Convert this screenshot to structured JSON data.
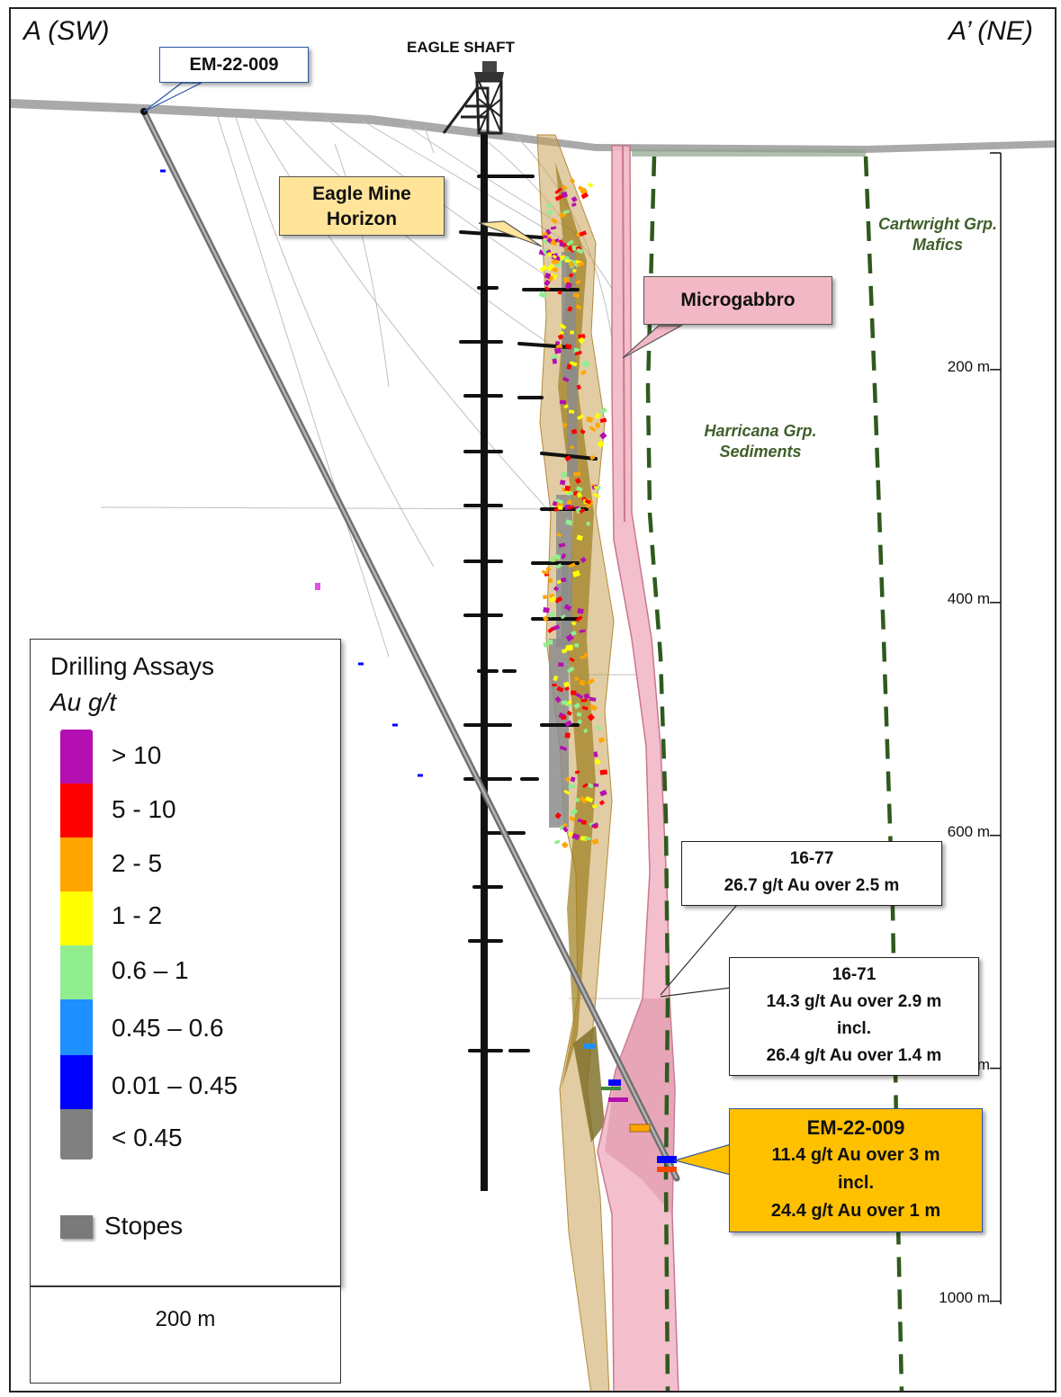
{
  "section": {
    "left_end": "A (SW)",
    "right_end": "A’ (NE)",
    "shaft": "EAGLE SHAFT",
    "collar_label": "EM-22-009",
    "eagle_horizon": [
      "Eagle Mine",
      "Horizon"
    ],
    "microgabbro": "Microgabbro",
    "cartwright": [
      "Cartwright Grp.",
      "Mafics"
    ],
    "harricana": [
      "Harricana Grp.",
      "Sediments"
    ]
  },
  "depth_scale": [
    {
      "label": "200 m",
      "depth_m": 200
    },
    {
      "label": "400 m",
      "depth_m": 400
    },
    {
      "label": "600 m",
      "depth_m": 600
    },
    {
      "label": "800 m",
      "depth_m": 800
    },
    {
      "label": "1000 m",
      "depth_m": 1000
    }
  ],
  "callouts": [
    {
      "hole": "16-77",
      "lines": [
        "26.7 g/t Au over 2.5 m"
      ]
    },
    {
      "hole": "16-71",
      "lines": [
        "14.3 g/t Au over 2.9 m",
        "incl.",
        "26.4 g/t Au over 1.4 m"
      ]
    },
    {
      "hole": "EM-22-009",
      "lines": [
        "11.4 g/t Au over 3 m",
        "incl.",
        "24.4 g/t Au over 1 m"
      ]
    }
  ],
  "legend": {
    "title": "Drilling Assays",
    "unit": "Au g/t",
    "items": [
      {
        "label": ">  10",
        "color": "#b40fb0"
      },
      {
        "label": "5 - 10",
        "color": "#ff0000"
      },
      {
        "label": "2 - 5",
        "color": "#ffa500"
      },
      {
        "label": "1 - 2",
        "color": "#ffff00"
      },
      {
        "label": "0.6 – 1",
        "color": "#90ee90"
      },
      {
        "label": "0.45 – 0.6",
        "color": "#1e90ff"
      },
      {
        "label": "0.01 – 0.45",
        "color": "#0000ff"
      },
      {
        "label": "< 0.45",
        "color": "#808080"
      }
    ],
    "stopes_label": "Stopes",
    "stopes_color": "#7a7a7a"
  },
  "scale_bar": "200 m",
  "colors": {
    "microgabbro": "#f2b8c6",
    "microgabbro_edge": "#c9788e",
    "horizon": "#b58a3a",
    "contact": "#2f5a1e",
    "callout_highlight": "#ffc000",
    "horizon_label": "#ffe49a"
  }
}
